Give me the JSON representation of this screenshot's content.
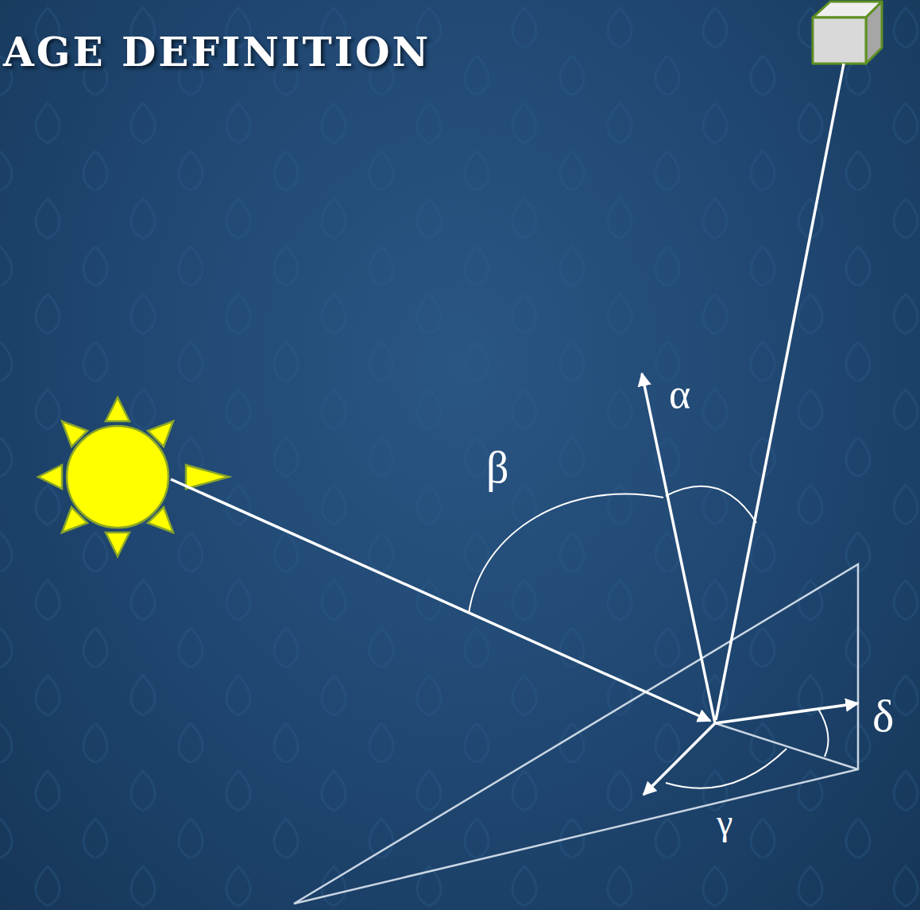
{
  "diagram": {
    "title": "AGE DEFINITION",
    "labels": [
      "α",
      "β",
      "δ",
      "γ"
    ]
  }
}
